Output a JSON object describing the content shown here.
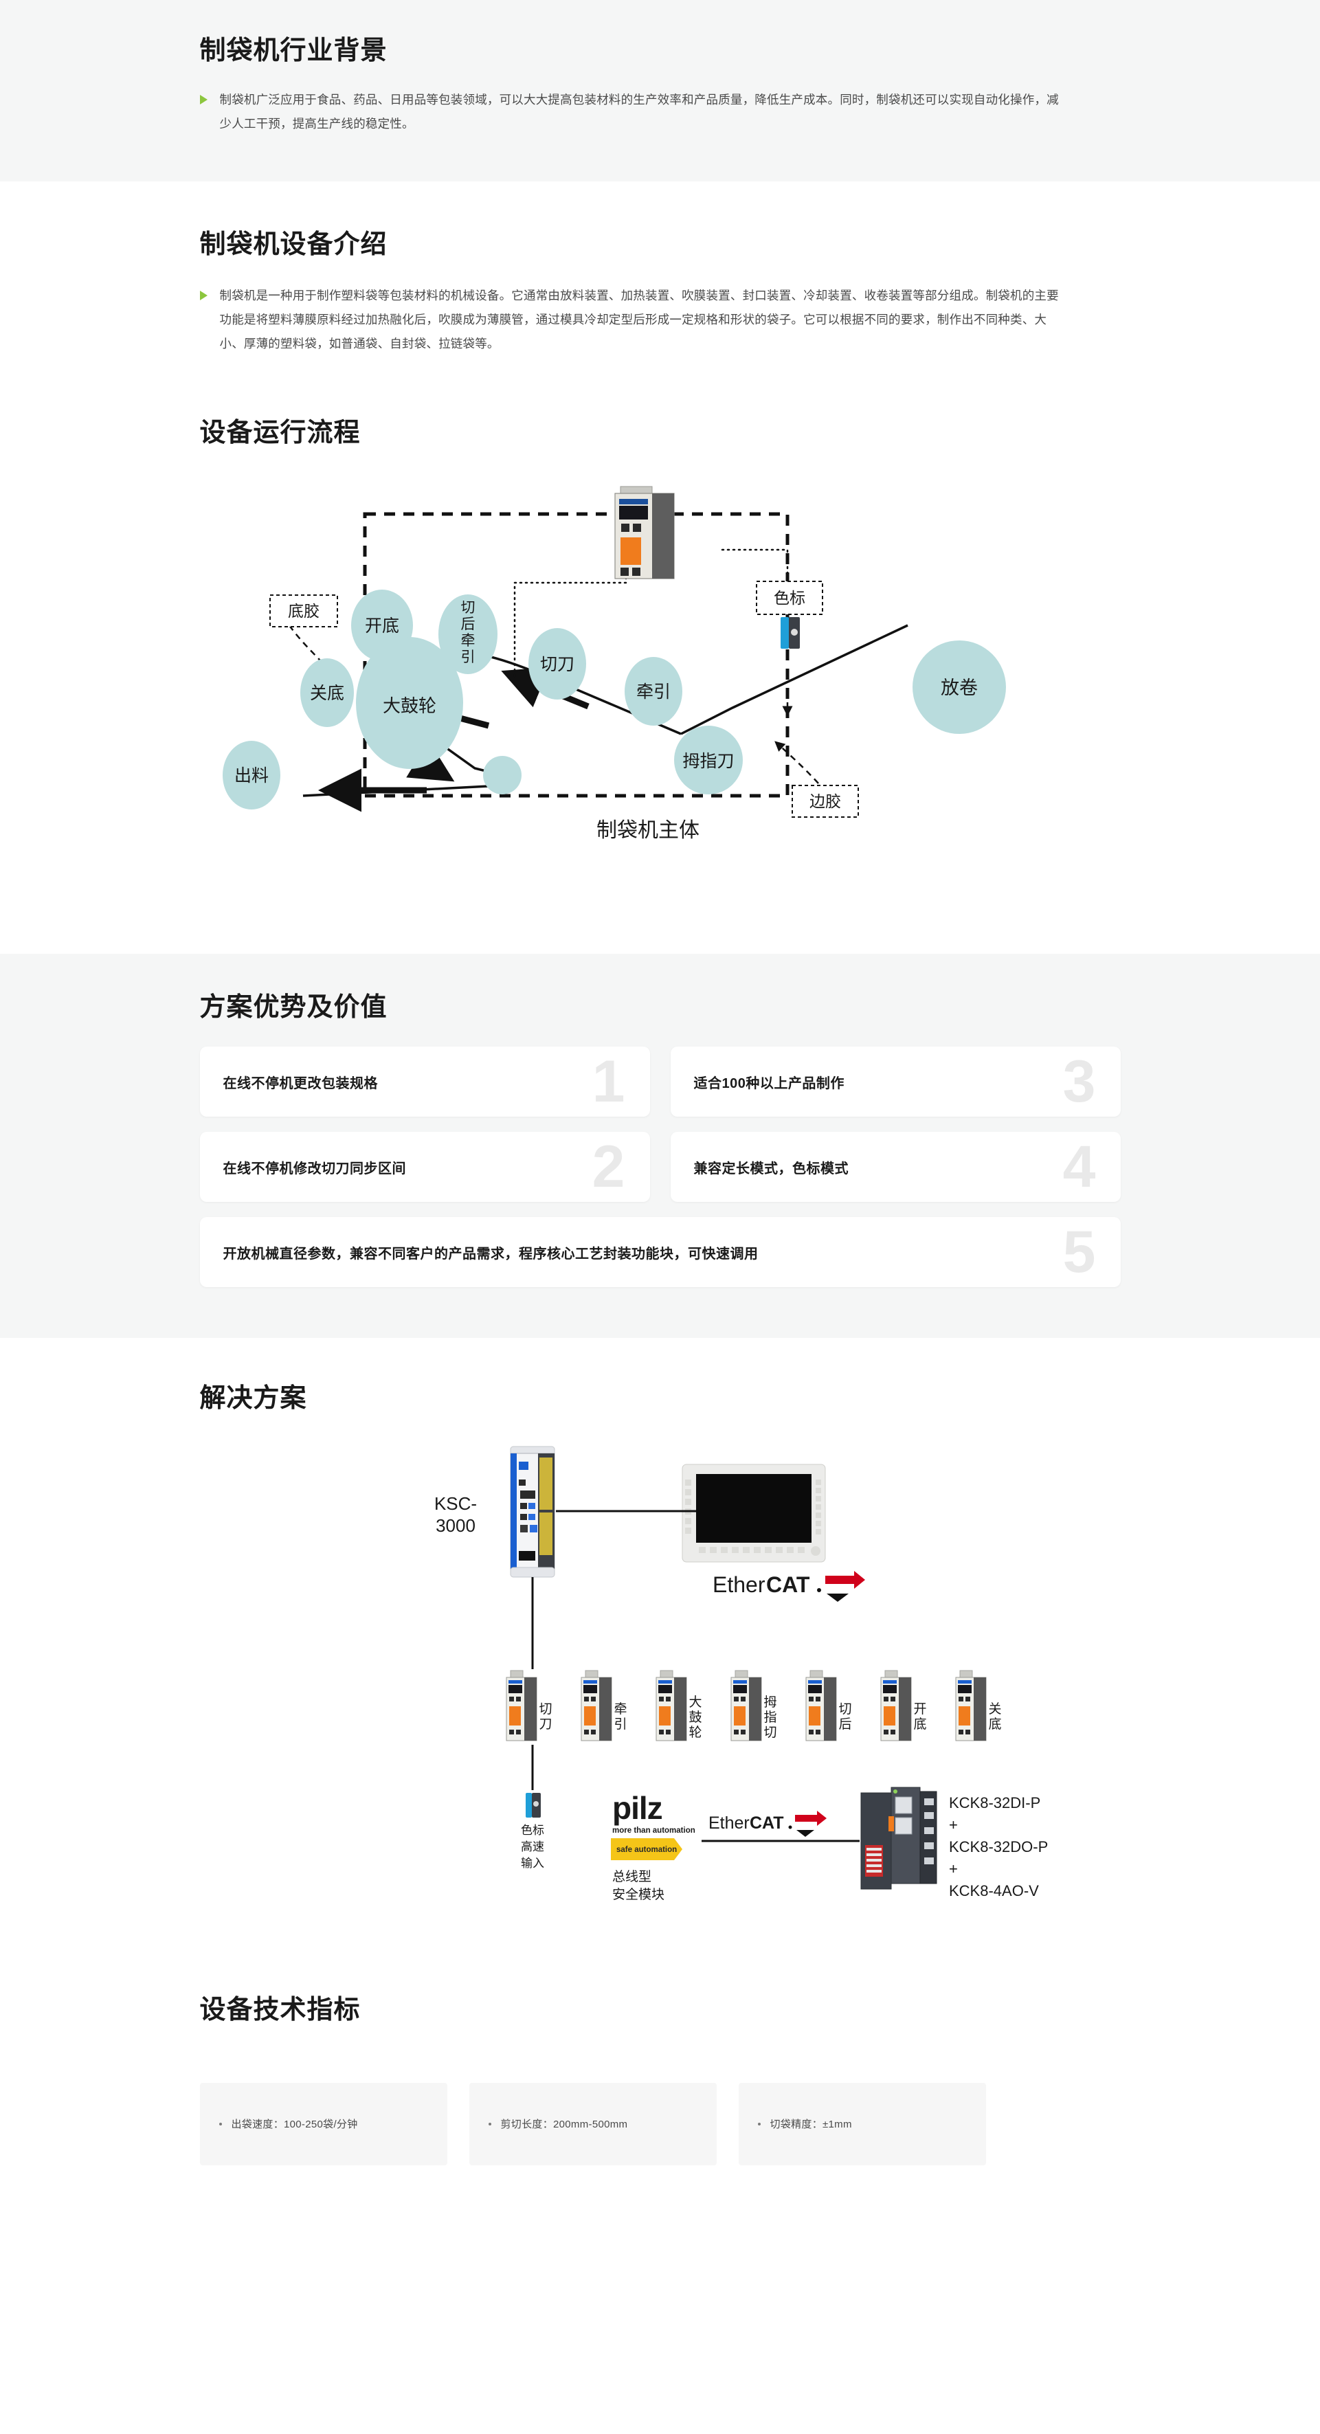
{
  "sections": {
    "industry": {
      "title": "制袋机行业背景",
      "paragraph": "制袋机广泛应用于食品、药品、日用品等包装领域，可以大大提高包装材料的生产效率和产品质量，降低生产成本。同时，制袋机还可以实现自动化操作，减少人工干预，提高生产线的稳定性。"
    },
    "equipment": {
      "title": "制袋机设备介绍",
      "paragraph": "制袋机是一种用于制作塑料袋等包装材料的机械设备。它通常由放料装置、加热装置、吹膜装置、封口装置、冷却装置、收卷装置等部分组成。制袋机的主要功能是将塑料薄膜原料经过加热融化后，吹膜成为薄膜管，通过模具冷却定型后形成一定规格和形状的袋子。它可以根据不同的要求，制作出不同种类、大小、厚薄的塑料袋，如普通袋、自封袋、拉链袋等。"
    },
    "flow": {
      "title": "设备运行流程",
      "body_label": "制袋机主体",
      "nodes": [
        {
          "id": "kaidi",
          "label": "开底"
        },
        {
          "id": "qiehou",
          "label": "切后牵引"
        },
        {
          "id": "qiedao",
          "label": "切刀"
        },
        {
          "id": "qianyin",
          "label": "牵引"
        },
        {
          "id": "fangjuan",
          "label": "放卷"
        },
        {
          "id": "guandi",
          "label": "关底"
        },
        {
          "id": "dagulun",
          "label": "大鼓轮"
        },
        {
          "id": "chuliao",
          "label": "出料"
        },
        {
          "id": "muzhidao",
          "label": "拇指刀"
        }
      ],
      "tags": [
        {
          "id": "dijiao",
          "label": "底胶"
        },
        {
          "id": "sebiao",
          "label": "色标"
        },
        {
          "id": "bianjiao",
          "label": "边胶"
        }
      ]
    },
    "advantages": {
      "title": "方案优势及价值",
      "cards": [
        {
          "num": "1",
          "label": "在线不停机更改包装规格"
        },
        {
          "num": "3",
          "label": "适合100种以上产品制作"
        },
        {
          "num": "2",
          "label": "在线不停机修改切刀同步区间"
        },
        {
          "num": "4",
          "label": "兼容定长模式，色标模式"
        },
        {
          "num": "5",
          "label": "开放机械直径参数，兼容不同客户的产品需求，程序核心工艺封装功能块，可快速调用"
        }
      ]
    },
    "solution": {
      "title": "解决方案",
      "controller_label": "KSC-3000",
      "ethercat_logo": "EtherCAT.",
      "drives": [
        "切刀",
        "牵引",
        "大鼓轮",
        "拇指切",
        "切后",
        "开底",
        "关底"
      ],
      "sensor_label": "色标\n高速\n输入",
      "sensor_label_lines": [
        "色标",
        "高速",
        "输入"
      ],
      "pilz": {
        "brand": "pilz",
        "tagline": "more than automation",
        "badge": "safe automation",
        "caption_lines": [
          "总线型",
          "安全模块"
        ]
      },
      "io_modules": [
        "KCK8-32DI-P",
        "+",
        "KCK8-32DO-P",
        "+",
        "KCK8-4AO-V"
      ]
    },
    "specs": {
      "title": "设备技术指标",
      "items": [
        "出袋速度：100-250袋/分钟",
        "剪切长度：200mm-500mm",
        "切袋精度：±1mm"
      ]
    }
  },
  "colors": {
    "section_gray": "#f5f6f6",
    "bullet_green": "#8cc63e",
    "node_fill": "#b9dcdd",
    "card_number": "#e9e9e9",
    "brand_blue": "#1a5fd0",
    "ethercat_red": "#d0021b",
    "pilz_yellow": "#f5c518"
  }
}
